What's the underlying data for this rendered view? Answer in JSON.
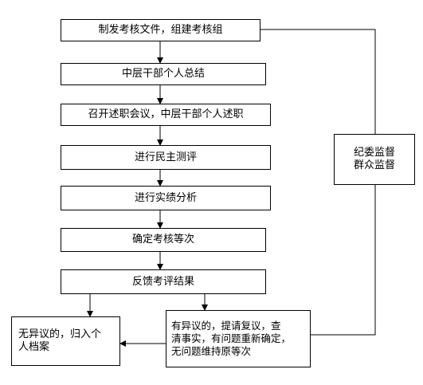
{
  "flowchart": {
    "steps": [
      "制发考核文件，组建考核组",
      "中层干部个人总结",
      "召开述职会议，中层干部个人述职",
      "进行民主测评",
      "进行实绩分析",
      "确定考核等次",
      "反馈考评结果"
    ],
    "supervision": [
      "纪委监督",
      "群众监督"
    ],
    "no_objection": [
      "无异议的，归入个",
      "人档案"
    ],
    "objection": [
      "有异议的，提请复议，查",
      "清事实，有问题重新确定，",
      "无问题维持原等次"
    ]
  }
}
